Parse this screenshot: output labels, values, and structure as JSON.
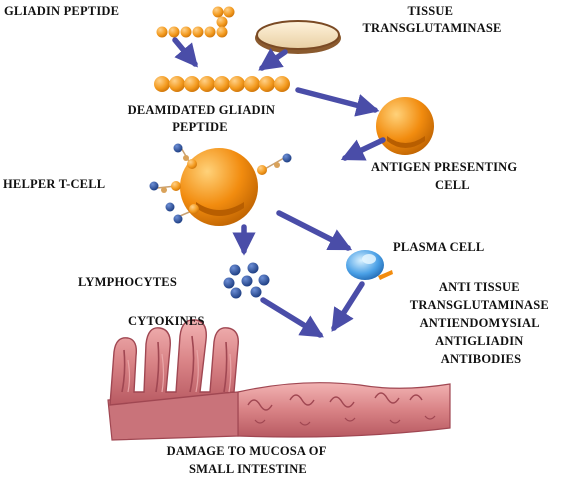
{
  "labels": {
    "gliadin_peptide": "GLIADIN PEPTIDE",
    "tissue_transglutaminase": [
      "TISSUE",
      "TRANSGLUTAMINASE"
    ],
    "deamidated_gliadin_peptide": [
      "DEAMIDATED GLIADIN",
      "PEPTIDE"
    ],
    "antigen_presenting_cell": [
      "ANTIGEN PRESENTING",
      "CELL"
    ],
    "helper_t_cell": "HELPER T-CELL",
    "plasma_cell": "PLASMA CELL",
    "lymphocytes": "LYMPHOCYTES",
    "antibodies": [
      "ANTI TISSUE",
      "TRANSGLUTAMINASE",
      "ANTIENDOMYSIAL",
      "ANTIGLIADIN",
      "ANTIBODIES"
    ],
    "cytokines": "CYTOKINES",
    "damage": [
      "DAMAGE TO MUCOSA OF",
      "SMALL INTESTINE"
    ]
  },
  "colors": {
    "arrow": "#4a4da8",
    "peptide_orange": "#f39a1e",
    "cell_orange": "#f28c0f",
    "antibody_blue": "#1d3f8f",
    "plasma_blue": "#3f8fdc",
    "mucosa_pink": "#d88a8e",
    "mucosa_dark": "#a04752",
    "enzyme_fill": "#f6e6c8",
    "enzyme_stroke": "#7a4a24"
  },
  "icons": {
    "gliadin": "bead-chain-icon",
    "enzyme": "enzyme-disc-icon",
    "deamidated": "bead-row-icon",
    "apc": "cell-sphere-icon",
    "helper_t": "t-cell-icon",
    "plasma": "plasma-cell-icon",
    "lymphocytes": "lymphocyte-cluster-icon",
    "mucosa": "intestinal-mucosa-icon"
  }
}
